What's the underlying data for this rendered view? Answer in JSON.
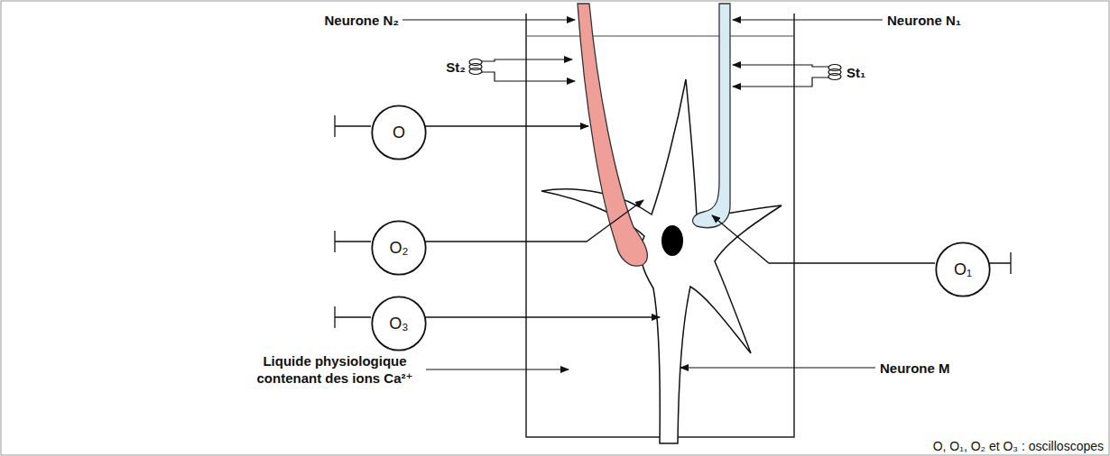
{
  "diagram": {
    "nodes": [
      {
        "text": [
          "O"
        ]
      },
      {
        "text": [
          "O₂"
        ]
      },
      {
        "text": [
          "O₁"
        ]
      },
      {
        "text": [
          "O₃"
        ]
      }
    ],
    "labels": [
      "Neurone N₂",
      "Neurone N₁",
      "St₂",
      "St₁",
      "Neurone M",
      "Liquide physiologique contenant des ions Ca²⁺",
      "O, O₁, O₂ et O₃ : oscilloscopes"
    ]
  }
}
